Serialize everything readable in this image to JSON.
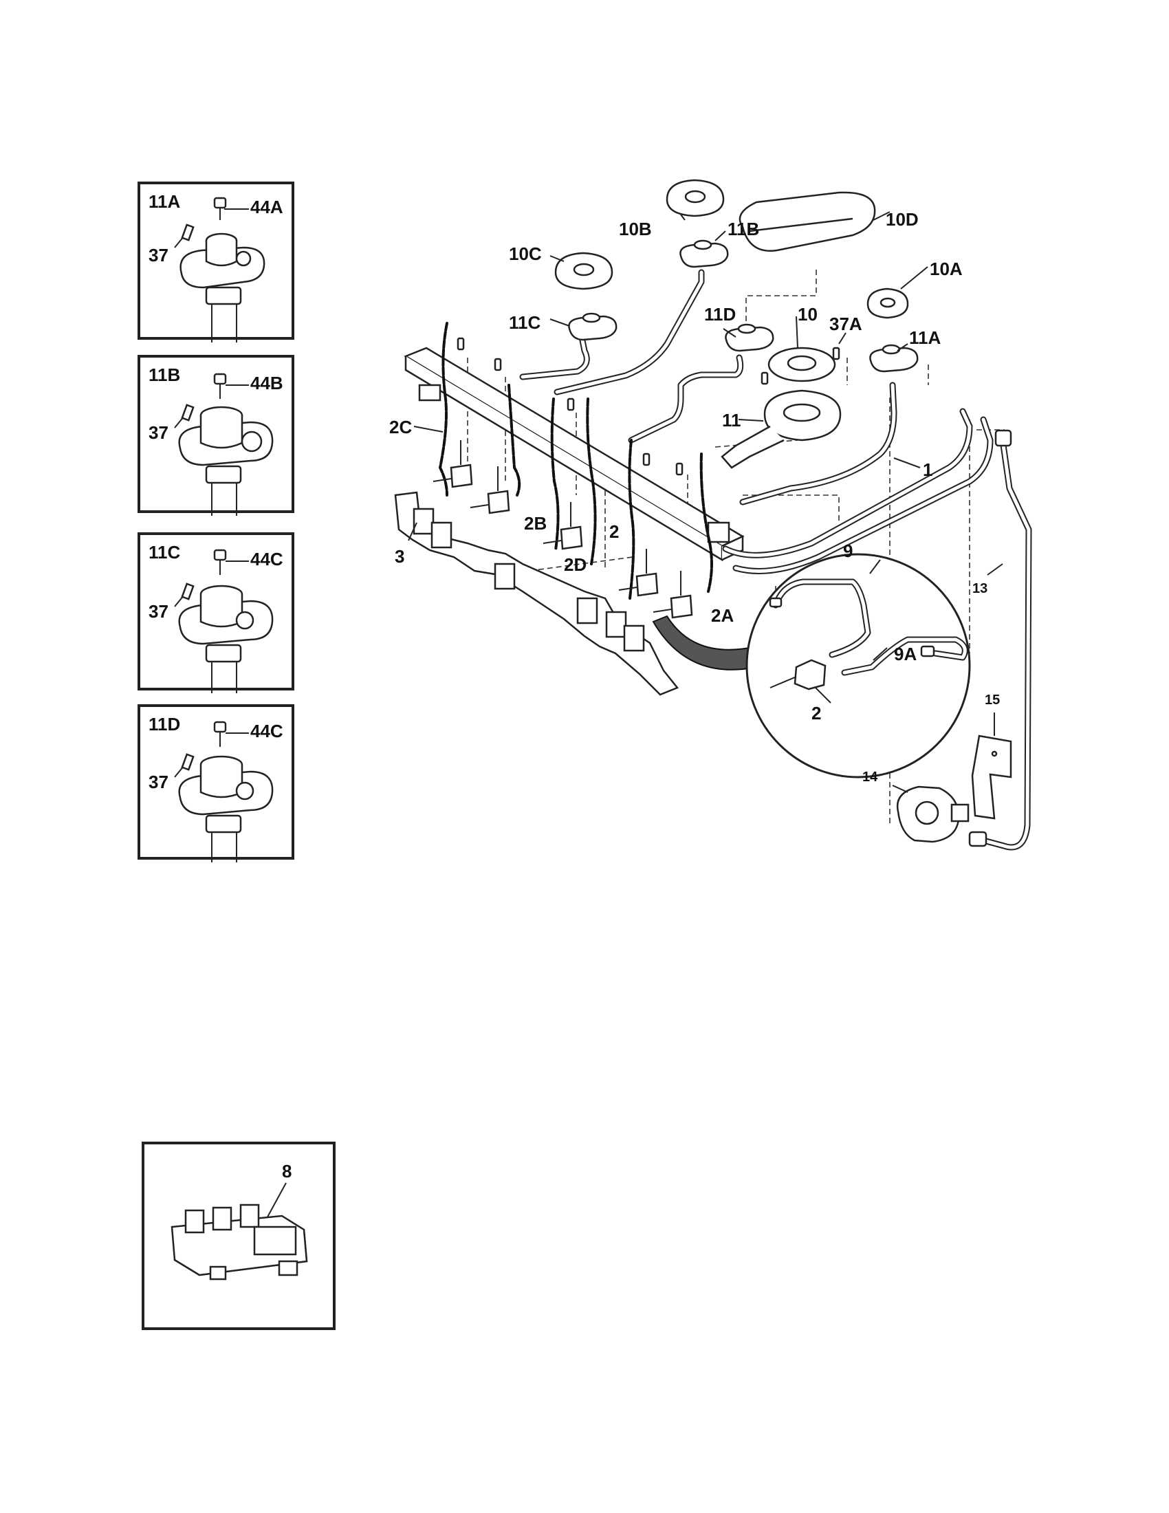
{
  "insets": [
    {
      "title": "11A",
      "screw": "37",
      "cap": "44A"
    },
    {
      "title": "11B",
      "screw": "37",
      "cap": "44B"
    },
    {
      "title": "11C",
      "screw": "37",
      "cap": "44C"
    },
    {
      "title": "11D",
      "screw": "37",
      "cap": "44C"
    }
  ],
  "igniter_inset": {
    "label": "8"
  },
  "callouts": {
    "manifold": "1",
    "valve": "2",
    "valve_a": "2A",
    "valve_b": "2B",
    "valve_c": "2C",
    "valve_d": "2D",
    "bracket": "3",
    "tube": "9",
    "tube_a": "9A",
    "burner": "10",
    "burner_a": "10A",
    "burner_b": "10B",
    "burner_c": "10C",
    "burner_d": "10D",
    "head": "11",
    "head_a": "11A",
    "head_b": "11B",
    "head_c": "11C",
    "head_d": "11D",
    "supply_tube": "13",
    "regulator": "14",
    "reg_bracket": "15",
    "screw_a": "37A",
    "detail_valve": "2"
  }
}
